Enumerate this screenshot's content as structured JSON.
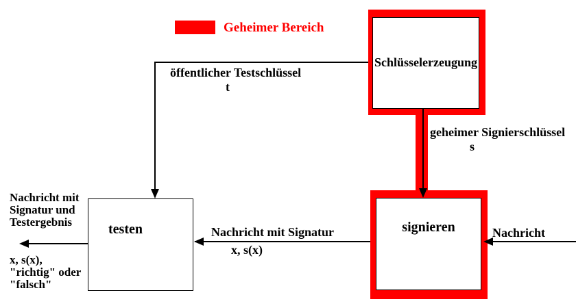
{
  "legend": {
    "swatch_color": "#ff0000",
    "label": "Geheimer Bereich"
  },
  "nodes": {
    "key_generation": {
      "label": "Schlüsselerzeugung",
      "secret": true
    },
    "sign": {
      "label": "signieren",
      "secret": true
    },
    "test": {
      "label": "testen",
      "secret": false
    }
  },
  "edges": {
    "public_test_key": {
      "label": "öffentlicher Testschlüssel",
      "symbol": "t"
    },
    "secret_sign_key": {
      "label": "geheimer Signierschlüssel",
      "symbol": "s"
    },
    "message_in": {
      "label": "Nachricht"
    },
    "signed_message": {
      "label": "Nachricht mit Signatur",
      "symbol": "x, s(x)"
    },
    "result_out": {
      "label_lines": [
        "Nachricht mit",
        "Signatur und",
        "Testergebnis"
      ],
      "value_lines": [
        "x, s(x),",
        "\"richtig\" oder",
        "\"falsch\""
      ]
    }
  },
  "colors": {
    "secret_area": "#ff0000",
    "line": "#000000",
    "background": "#ffffff"
  }
}
